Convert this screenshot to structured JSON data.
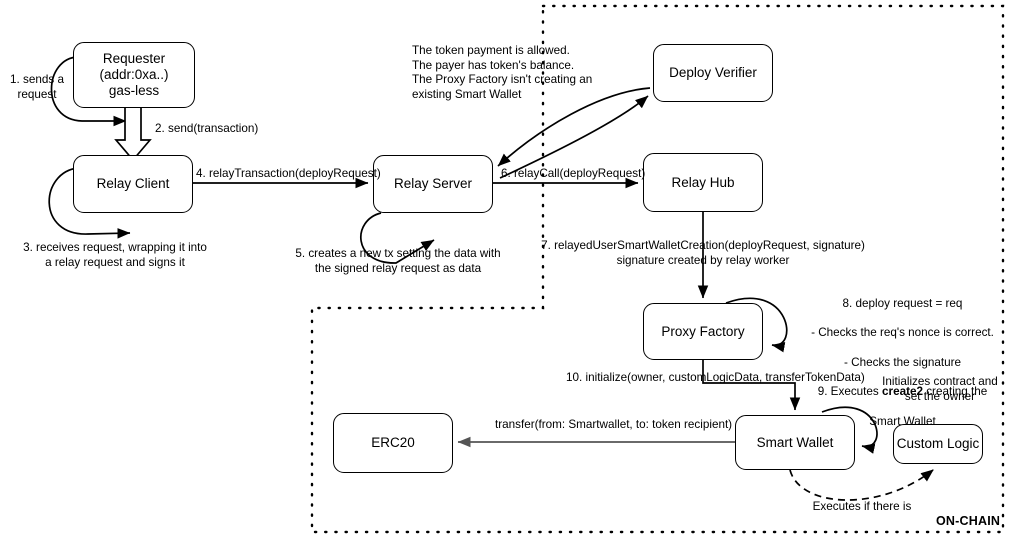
{
  "diagram": {
    "boundary_label": "ON-CHAIN",
    "nodes": [
      {
        "id": "requester",
        "label": "Requester\n(addr:0xa..)\ngas-less"
      },
      {
        "id": "relay_client",
        "label": "Relay Client"
      },
      {
        "id": "relay_server",
        "label": "Relay Server"
      },
      {
        "id": "deploy_verifier",
        "label": "Deploy Verifier"
      },
      {
        "id": "relay_hub",
        "label": "Relay Hub"
      },
      {
        "id": "proxy_factory",
        "label": "Proxy Factory"
      },
      {
        "id": "smart_wallet",
        "label": "Smart Wallet"
      },
      {
        "id": "erc20",
        "label": "ERC20"
      },
      {
        "id": "custom_logic",
        "label": "Custom Logic"
      }
    ],
    "labels": {
      "step1": "1. sends a\nrequest",
      "step2": "2. send(transaction)",
      "step3": "3. receives request, wrapping it into\na relay request and signs it",
      "step4": "4. relayTransaction(deployRequest)",
      "step5": "5. creates a new tx setting the data with\nthe signed relay request as data",
      "step6": "6. relayCall(deployRequest)",
      "step7": "7. relayedUserSmartWalletCreation(deployRequest, signature)\nsignature created by relay worker",
      "verifier_conditions": "The token payment is allowed.\nThe payer has token's balance.\nThe Proxy Factory isn't creating an\nexisting Smart Wallet",
      "step8_line1": "8. deploy request = req",
      "step8_line2": "- Checks the req's nonce is correct.",
      "step8_line3": "- Checks the signature",
      "step9_pre": "9. Executes ",
      "step9_bold": "create2",
      "step9_post": " creating the",
      "step9_line2": "Smart Wallet",
      "step10": "10. initialize(owner, customLogicData, transferTokenData)",
      "transfer": "transfer(from: Smartwallet, to: token recipient)",
      "initializes": "Initializes contract and\nset the owner",
      "executes_if": "Executes if there is"
    }
  }
}
